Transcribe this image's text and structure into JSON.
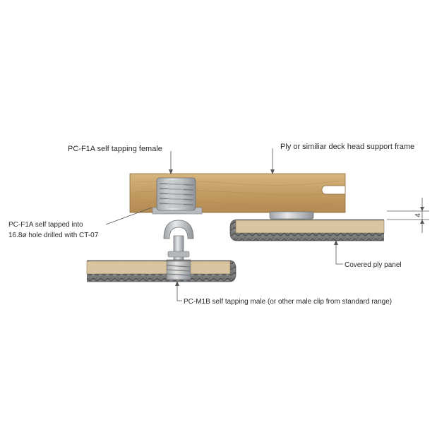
{
  "labels": {
    "female_title": "PC-F1A self tapping female",
    "frame_title": "Ply or similiar deck head support frame",
    "tapped_line1": "PC-F1A self tapped into",
    "tapped_line2": "16.8ø hole drilled with CT-07",
    "panel_title": "Covered ply panel",
    "male_title": "PC-M1B self tapping male (or other male clip from standard range)",
    "dimension": "4"
  },
  "colors": {
    "wood_main": "#c9a46c",
    "wood_dark": "#a07a45",
    "panel_face": "#d8c5a0",
    "panel_cover": "#6b6b6b",
    "clip_metal": "#c9ccd0",
    "leader": "#555555"
  }
}
